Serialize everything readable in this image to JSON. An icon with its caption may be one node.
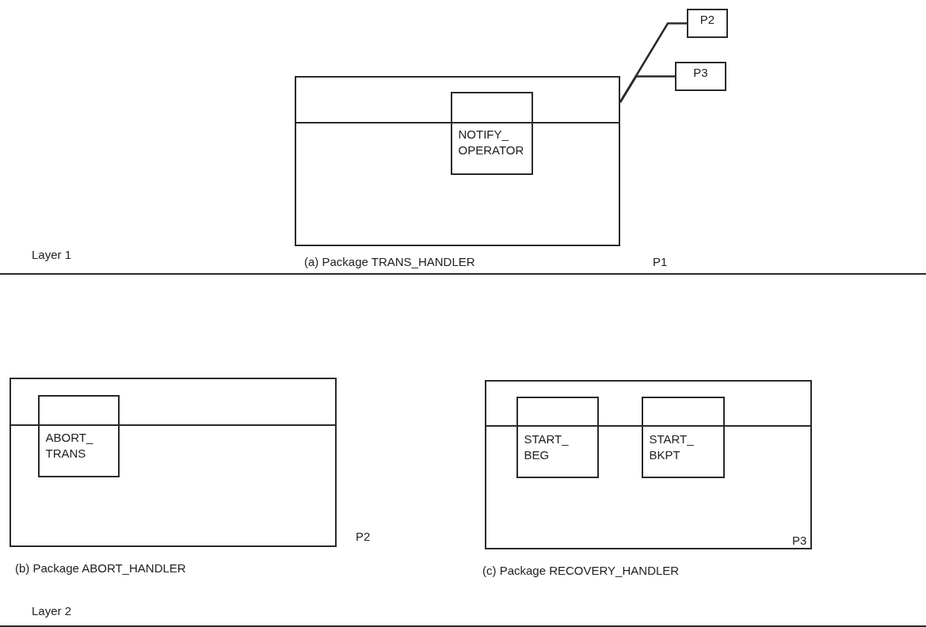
{
  "diagram": {
    "nodes": [
      {
        "text": [
          "(a) Package TRANS_HANDLER"
        ],
        "beside": [
          "P1"
        ]
      },
      {
        "text": [
          "NOTIFY_ OPERATOR"
        ],
        "in": 0
      },
      {
        "text": [
          "P2"
        ]
      },
      {
        "text": [
          "P3"
        ]
      },
      {
        "text": [
          "(b) Package ABORT_HANDLER"
        ],
        "beside": [
          "P2"
        ]
      },
      {
        "text": [
          "ABORT_ TRANS"
        ],
        "in": 4
      },
      {
        "text": [
          "(c) Package RECOVERY_HANDLER"
        ],
        "beside": [
          "P3"
        ]
      },
      {
        "text": [
          "START_ BEG"
        ],
        "in": 6
      },
      {
        "text": [
          "START_ BKPT"
        ],
        "in": 6
      }
    ],
    "edges": [
      {
        "from": 0,
        "to": 2,
        "arrow": "none"
      },
      {
        "from": 0,
        "to": 3,
        "arrow": "none"
      }
    ],
    "labels": [
      "Layer 1",
      "Layer 2"
    ]
  }
}
